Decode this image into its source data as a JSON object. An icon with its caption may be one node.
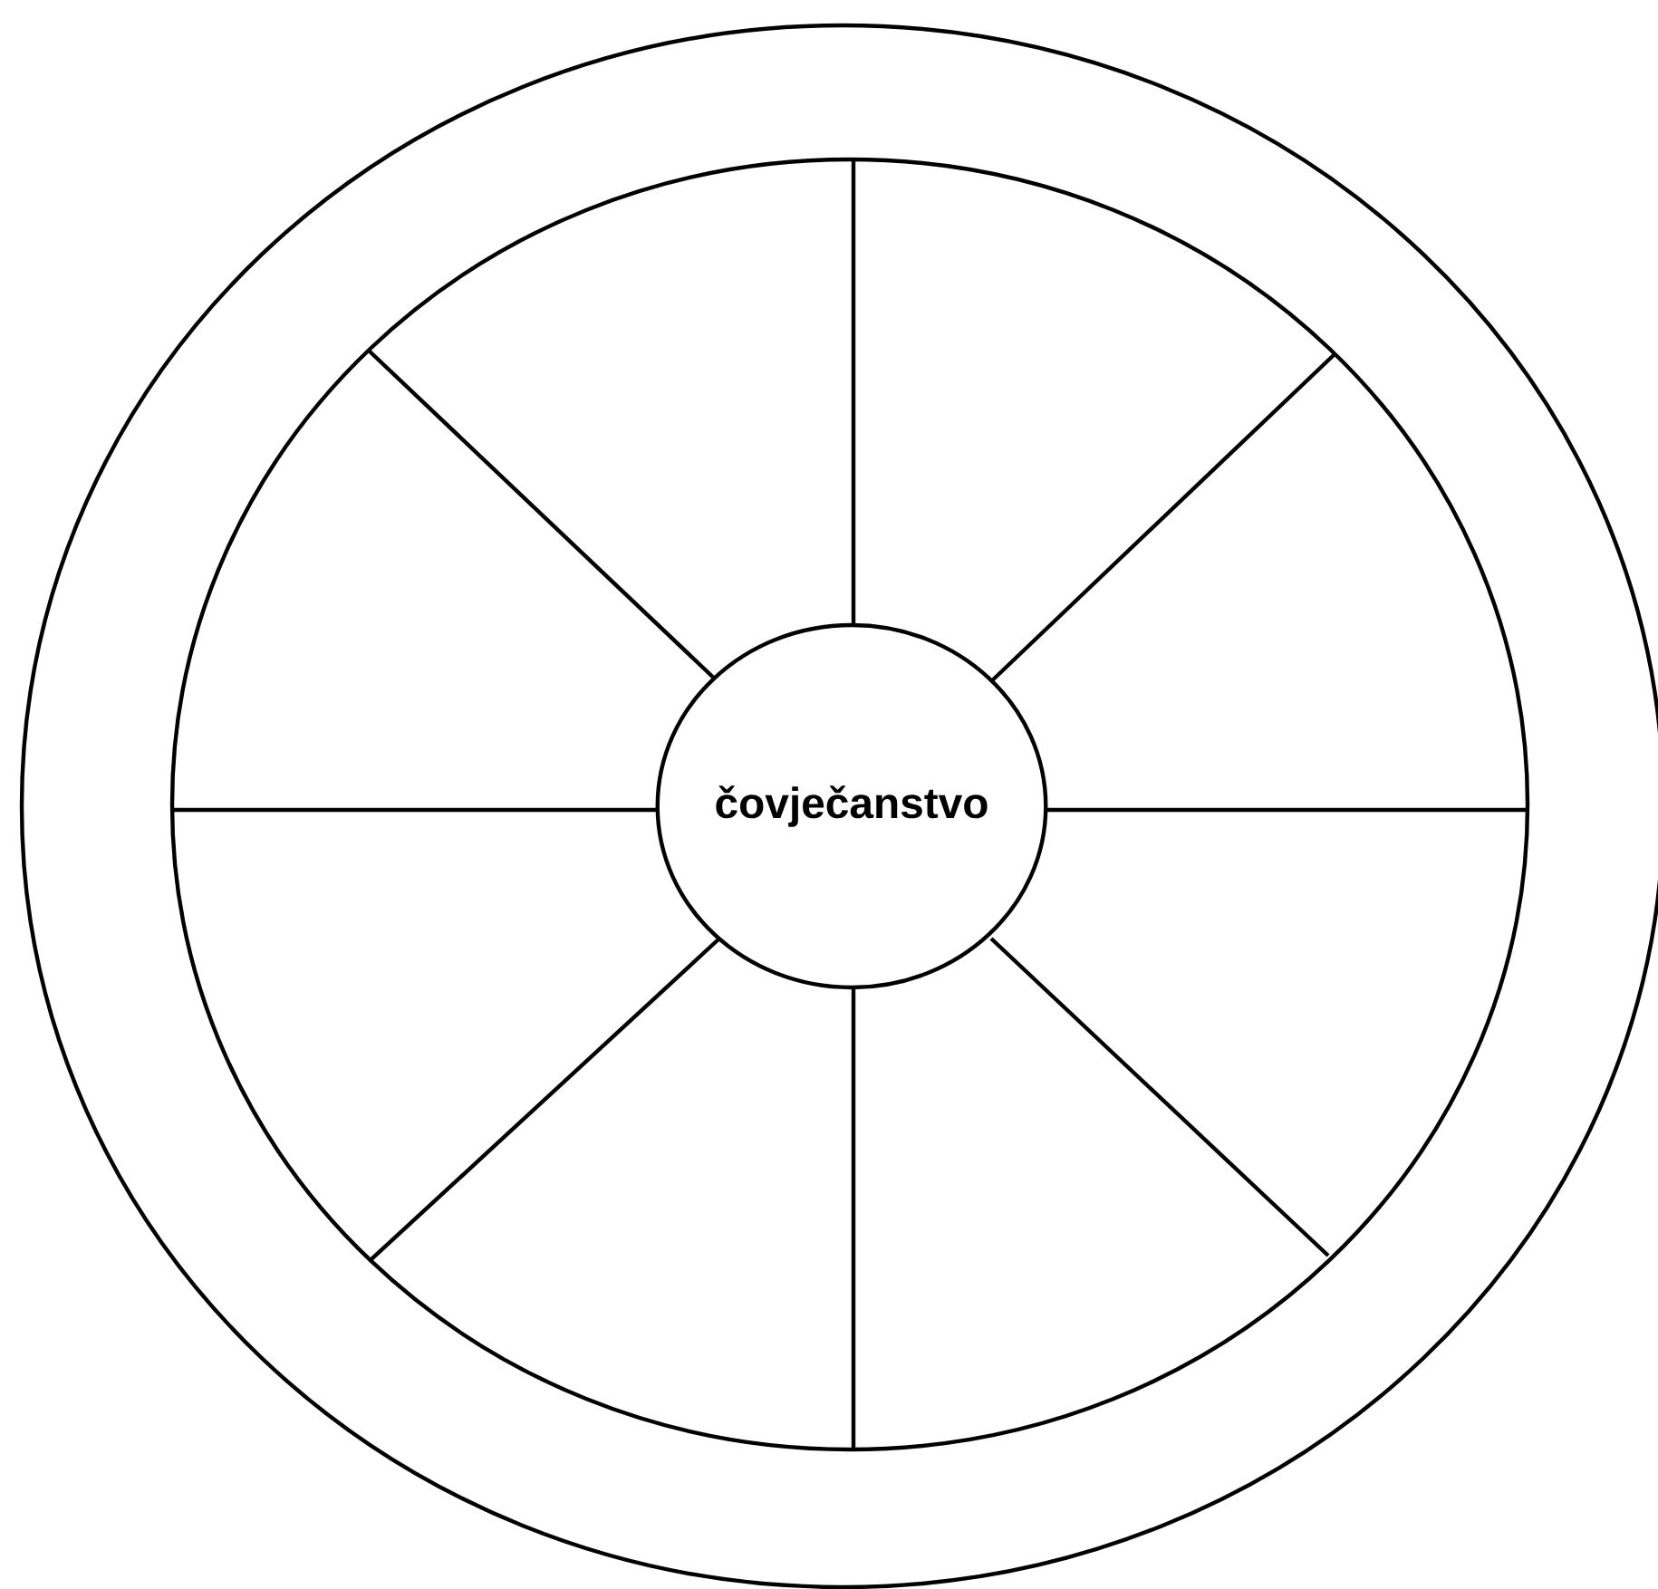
{
  "diagram": {
    "nodes": [
      {
        "text": [],
        "shape": "circle"
      },
      {
        "text": [],
        "shape": "circle",
        "in": 0
      },
      {
        "text": [
          "čovječanstvo"
        ],
        "in": 1
      }
    ]
  }
}
